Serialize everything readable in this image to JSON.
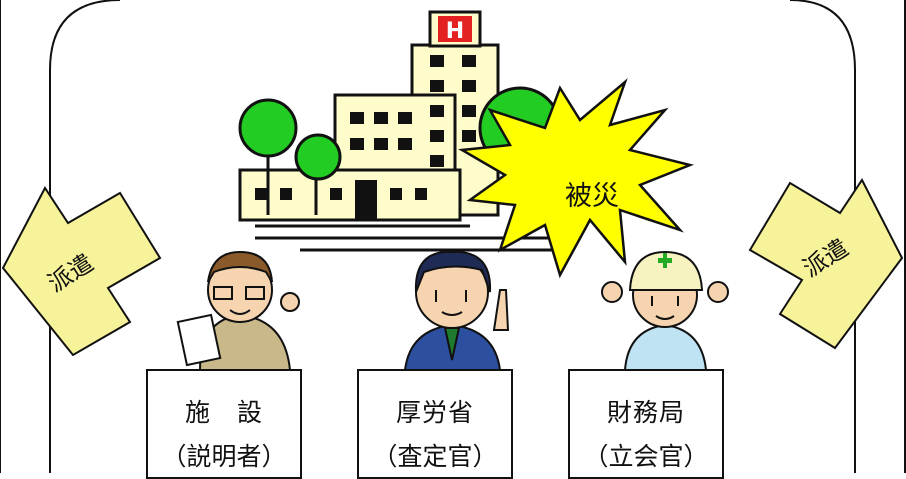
{
  "burst_label": "被災",
  "arrow_left_label": "派遣",
  "arrow_right_label": "派遣",
  "boxes": [
    {
      "line1": "施　設",
      "line2": "（説明者）"
    },
    {
      "line1": "厚労省",
      "line2": "（査定官）"
    },
    {
      "line1": "財務局",
      "line2": "（立会官）"
    }
  ],
  "hospital_sign": "H",
  "colors": {
    "building": "#fffccc",
    "tree": "#22cc22",
    "burst": "#ffff00",
    "arrow": "#f7f39a",
    "sign": "#e52222"
  }
}
